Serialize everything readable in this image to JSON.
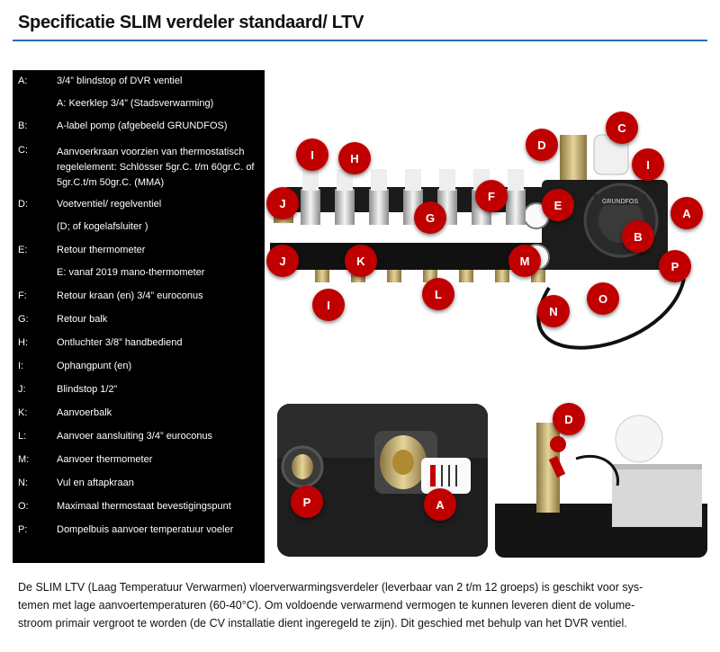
{
  "title": "Specificatie SLIM verdeler standaard/ LTV",
  "legend": [
    {
      "key": "A:",
      "text": "3/4”  blindstop of DVR ventiel"
    },
    {
      "key": "",
      "text": "A: Keerklep 3/4” (Stadsverwarming)"
    },
    {
      "key": "B:",
      "text": "A-label pomp (afgebeeld GRUNDFOS)"
    },
    {
      "key": "C:",
      "text": "Aanvoerkraan voorzien van thermostatisch",
      "line2": "regelelement: Schlösser  5gr.C. t/m 60gr.C. of",
      "line3": "5gr.C.t/m 50gr.C. (MMA)"
    },
    {
      "key": "D:",
      "text": "Voetventiel/ regelventiel"
    },
    {
      "key": "",
      "text": "(D; of kogelafsluiter )"
    },
    {
      "key": "E:",
      "text": "Retour thermometer"
    },
    {
      "key": "",
      "text": "E: vanaf 2019 mano-thermometer"
    },
    {
      "key": "F:",
      "text": "Retour kraan (en) 3/4” euroconus"
    },
    {
      "key": "G:",
      "text": "Retour balk"
    },
    {
      "key": "H:",
      "text": "Ontluchter 3/8” handbediend"
    },
    {
      "key": "I:",
      "text": "Ophangpunt (en)"
    },
    {
      "key": "J:",
      "text": "Blindstop 1/2”"
    },
    {
      "key": "K:",
      "text": "Aanvoerbalk"
    },
    {
      "key": "L:",
      "text": "Aanvoer aansluiting 3/4” euroconus"
    },
    {
      "key": "M:",
      "text": "Aanvoer thermometer"
    },
    {
      "key": "N:",
      "text": "Vul en aftapkraan"
    },
    {
      "key": "O:",
      "text": "Maximaal thermostaat bevestigingspunt"
    },
    {
      "key": "P:",
      "text": "Dompelbuis aanvoer temperatuur voeler"
    }
  ],
  "markers_main": [
    "I",
    "H",
    "C",
    "D",
    "I",
    "J",
    "F",
    "E",
    "A",
    "G",
    "B",
    "J",
    "K",
    "M",
    "P",
    "L",
    "I",
    "N",
    "O"
  ],
  "markers_detail_left": [
    "P",
    "A"
  ],
  "markers_detail_right": [
    "D"
  ],
  "pump_brand": "GRUNDFOS",
  "paragraph": [
    "De SLIM LTV (Laag Temperatuur Verwarmen) vloerverwarmingsverdeler (leverbaar van 2 t/m 12 groeps) is geschikt voor sys-",
    "temen met lage aanvoertemperaturen (60-40°C). Om voldoende verwarmend vermogen te kunnen leveren dient de volume-",
    "stroom primair vergroot te worden (de CV installatie dient ingeregeld te zijn). Dit geschied met behulp van het DVR ventiel."
  ]
}
